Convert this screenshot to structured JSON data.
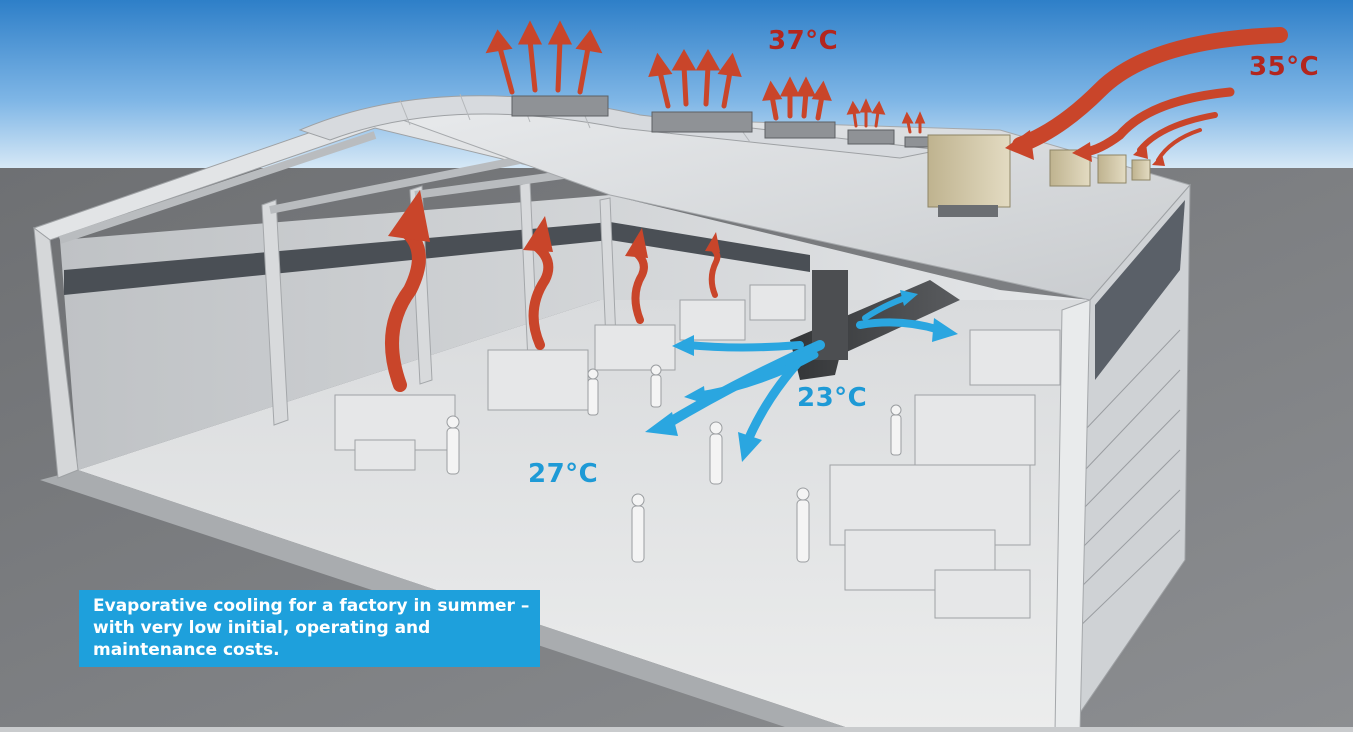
{
  "labels": {
    "roof_temp": "37°C",
    "outside_temp": "35°C",
    "duct_temp": "23°C",
    "floor_temp": "27°C"
  },
  "caption": "Evaporative cooling for a factory in summer – with very low initial, operating and maintenance costs.",
  "colors": {
    "hot_arrow": "#c9452a",
    "hot_text": "#b3261e",
    "cool_arrow": "#2aa6e0",
    "cool_text": "#1e9ad6",
    "caption_bg": "#1ea0dc",
    "sky_top": "#2e7fc8",
    "sky_bottom": "#d6e8f6",
    "ground": "#7d7f82"
  },
  "icons": [
    "hot-air-arrow",
    "cool-air-arrow",
    "evaporative-cooler-unit",
    "roof-vent",
    "worker-figure",
    "machine"
  ]
}
